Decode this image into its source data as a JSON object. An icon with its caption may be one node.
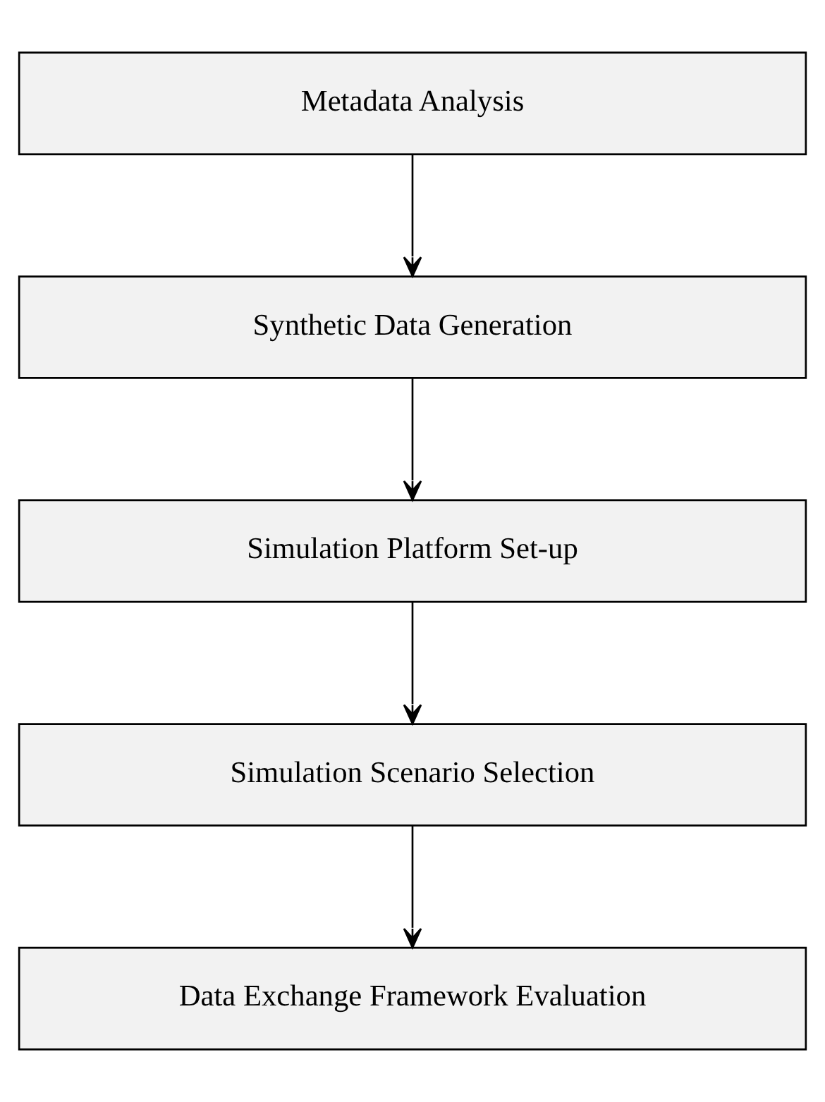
{
  "diagram": {
    "nodes": [
      {
        "text": [
          "Metadata Analysis"
        ]
      },
      {
        "text": [
          "Synthetic Data Generation"
        ]
      },
      {
        "text": [
          "Simulation Platform Set-up"
        ]
      },
      {
        "text": [
          "Simulation Scenario Selection"
        ]
      },
      {
        "text": [
          "Data Exchange Framework Evaluation"
        ]
      }
    ],
    "edges": [
      {
        "from": 0,
        "to": 1,
        "arrow": "to"
      },
      {
        "from": 1,
        "to": 2,
        "arrow": "to"
      },
      {
        "from": 2,
        "to": 3,
        "arrow": "to"
      },
      {
        "from": 3,
        "to": 4,
        "arrow": "to"
      }
    ]
  }
}
